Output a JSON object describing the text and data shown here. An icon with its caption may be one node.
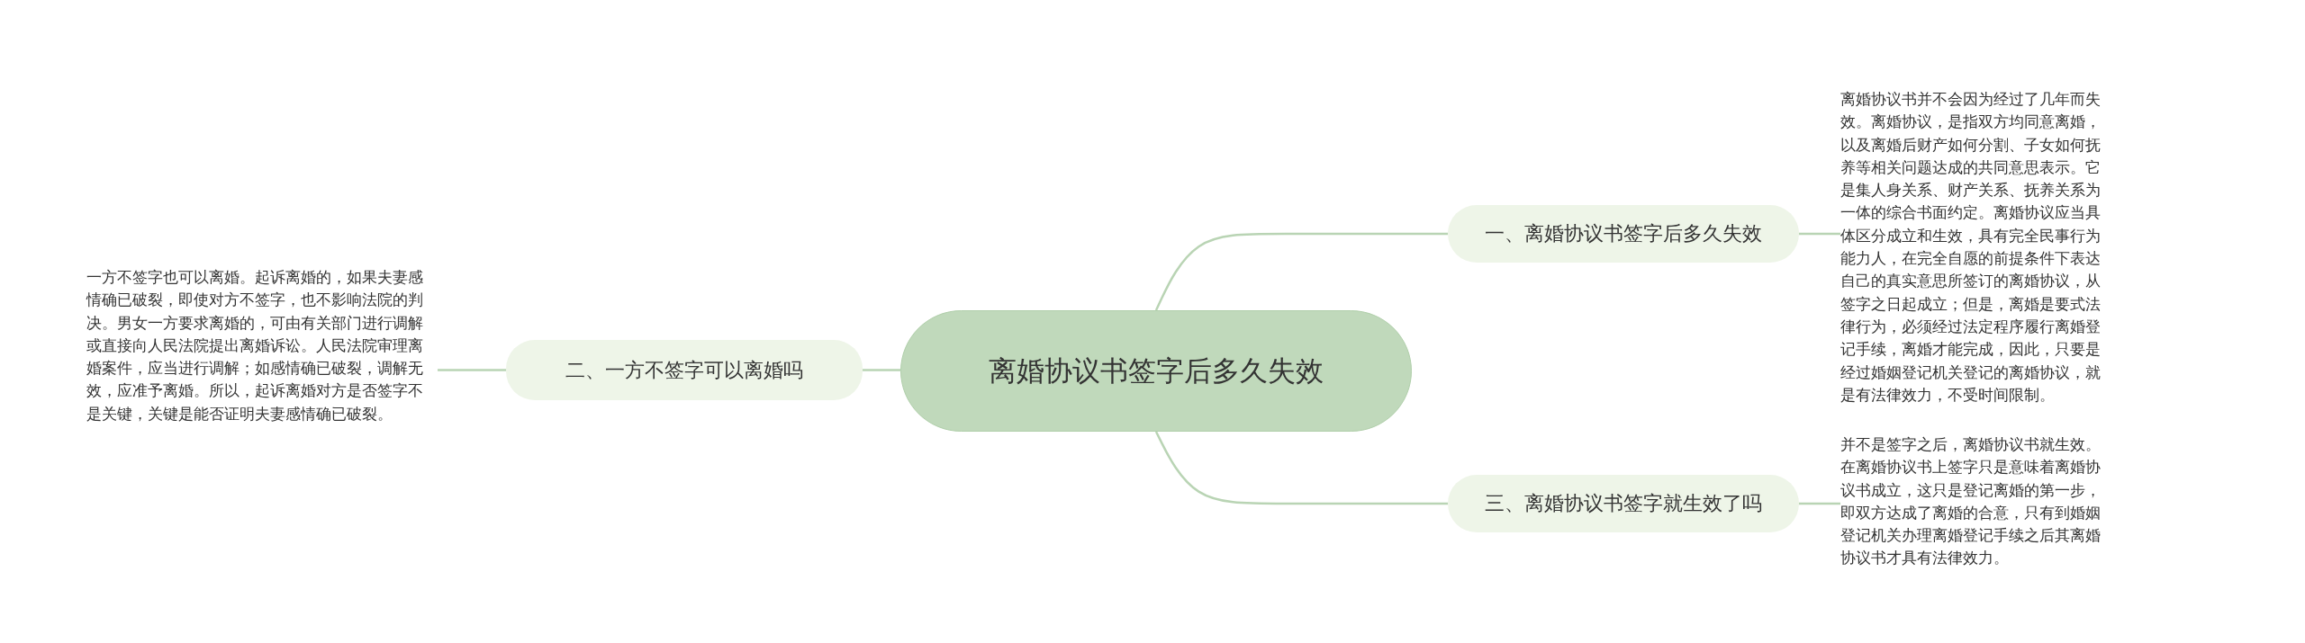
{
  "diagram": {
    "nodes": [
      {
        "text": [
          "离婚协议书签字后多久失效"
        ]
      },
      {
        "text": [
          "一、离婚协议书签字后多久失效"
        ]
      },
      {
        "text": [
          "离婚协议书并不会因为经过了几年而失效。离婚协议，是指双方均同意离婚，以及离婚后财产如何分割、子女如何抚养等相关问题达成的共同意思表示。它是集人身关系、财产关系、抚养关系为一体的综合书面约定。离婚协议应当具体区分成立和生效，具有完全民事行为能力人，在完全自愿的前提条件下表达自己的真实意思所签订的离婚协议，从签字之日起成立；但是，离婚是要式法律行为，必须经过法定程序履行离婚登记手续，离婚才能完成，因此，只要是经过婚姻登记机关登记的离婚协议，就是有法律效力，不受时间限制。"
        ]
      },
      {
        "text": [
          "二、一方不签字可以离婚吗"
        ]
      },
      {
        "text": [
          "一方不签字也可以离婚。起诉离婚的，如果夫妻感情确已破裂，即使对方不签字，也不影响法院的判决。男女一方要求离婚的，可由有关部门进行调解或直接向人民法院提出离婚诉讼。人民法院审理离婚案件，应当进行调解；如感情确已破裂，调解无效，应准予离婚。所以，起诉离婚对方是否签字不是关键，关键是能否证明夫妻感情确已破裂。"
        ]
      },
      {
        "text": [
          "三、离婚协议书签字就生效了吗"
        ]
      },
      {
        "text": [
          "并不是签字之后，离婚协议书就生效。在离婚协议书上签字只是意味着离婚协议书成立，这只是登记离婚的第一步，即双方达成了离婚的合意，只有到婚姻登记机关办理离婚登记手续之后其离婚协议书才具有法律效力。"
        ]
      }
    ],
    "edges": [
      {
        "from": 0,
        "to": 1,
        "arrow": "none"
      },
      {
        "from": 1,
        "to": 2,
        "arrow": "none"
      },
      {
        "from": 0,
        "to": 3,
        "arrow": "none"
      },
      {
        "from": 3,
        "to": 4,
        "arrow": "none"
      },
      {
        "from": 0,
        "to": 5,
        "arrow": "none"
      },
      {
        "from": 5,
        "to": 6,
        "arrow": "none"
      }
    ]
  }
}
